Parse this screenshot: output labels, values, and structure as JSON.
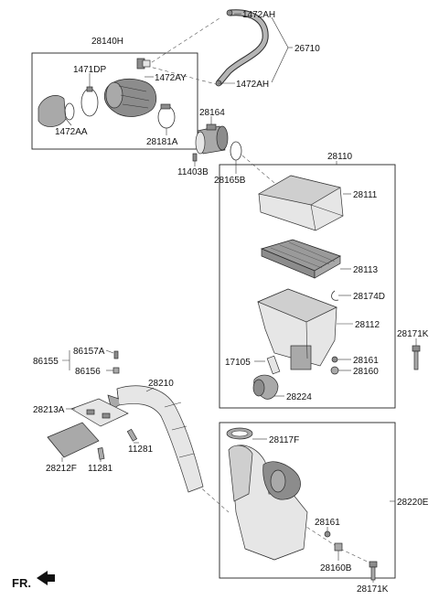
{
  "labels": {
    "l1472AH_top": "1472AH",
    "l28140H": "28140H",
    "l26710": "26710",
    "l1471DP": "1471DP",
    "l1472AY": "1472AY",
    "l1472AH_bottom": "1472AH",
    "l1472AA": "1472AA",
    "l28181A": "28181A",
    "l28164": "28164",
    "l11403B": "11403B",
    "l28165B": "28165B",
    "l28110": "28110",
    "l28111": "28111",
    "l28113": "28113",
    "l28174D": "28174D",
    "l28112": "28112",
    "l28171K_right": "28171K",
    "l28161_upper": "28161",
    "l17105": "17105",
    "l28160_upper": "28160",
    "l28224": "28224",
    "l86157A": "86157A",
    "l86155": "86155",
    "l86156": "86156",
    "l28210": "28210",
    "l28213A": "28213A",
    "l11281_a": "11281",
    "l28212F": "28212F",
    "l11281_b": "11281",
    "l28117F": "28117F",
    "l28220E": "28220E",
    "l28161_lower": "28161",
    "l28160B": "28160B",
    "l28171K_bottom": "28171K"
  },
  "footer": {
    "direction": "FR."
  }
}
